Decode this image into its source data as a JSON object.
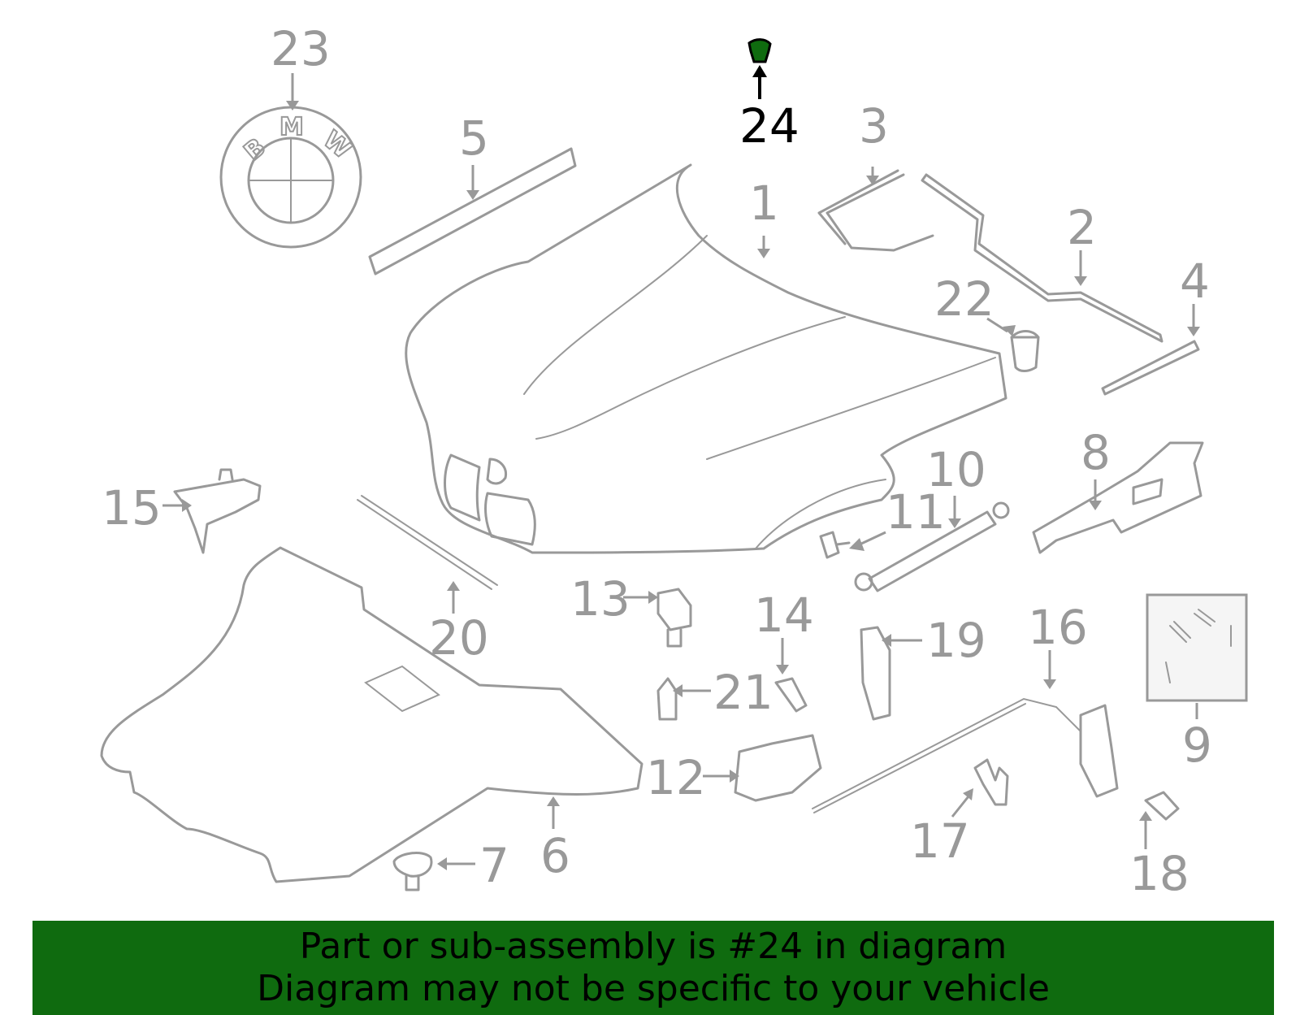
{
  "diagram": {
    "highlight_color": "#0f6b0f",
    "callouts": [
      "1",
      "2",
      "3",
      "4",
      "5",
      "6",
      "7",
      "8",
      "9",
      "10",
      "11",
      "12",
      "13",
      "14",
      "15",
      "16",
      "17",
      "18",
      "19",
      "20",
      "21",
      "22",
      "23",
      "24"
    ],
    "highlighted_part": "24",
    "emblem_letters": [
      "B",
      "M",
      "W"
    ]
  },
  "banner": {
    "line1": "Part or sub-assembly is #24 in diagram",
    "line2": "Diagram may not be specific to your vehicle"
  }
}
